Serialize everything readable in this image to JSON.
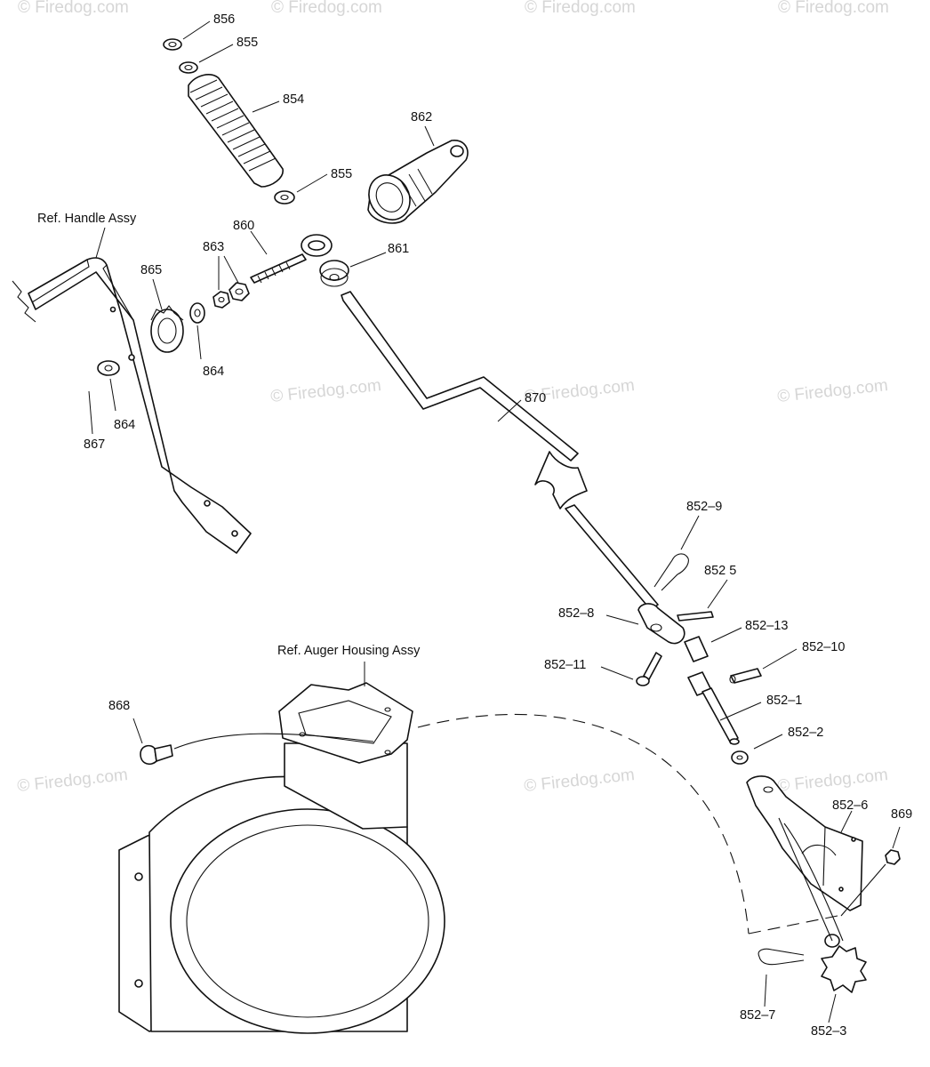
{
  "watermark": "© Firedog.com",
  "reference_labels": {
    "handle": "Ref. Handle Assy",
    "auger": "Ref. Auger Housing Assy"
  },
  "part_numbers": {
    "p856": "856",
    "p855a": "855",
    "p854": "854",
    "p862": "862",
    "p855b": "855",
    "p860": "860",
    "p863": "863",
    "p865": "865",
    "p861": "861",
    "p864a": "864",
    "p864b": "864",
    "p867": "867",
    "p870": "870",
    "p852_9": "852–9",
    "p852_5": "852  5",
    "p852_8": "852–8",
    "p852_13": "852–13",
    "p852_10": "852–10",
    "p852_11": "852–11",
    "p852_1": "852–1",
    "p852_2": "852–2",
    "p868": "868",
    "p852_6": "852–6",
    "p869": "869",
    "p852_7": "852–7",
    "p852_3": "852–3"
  }
}
